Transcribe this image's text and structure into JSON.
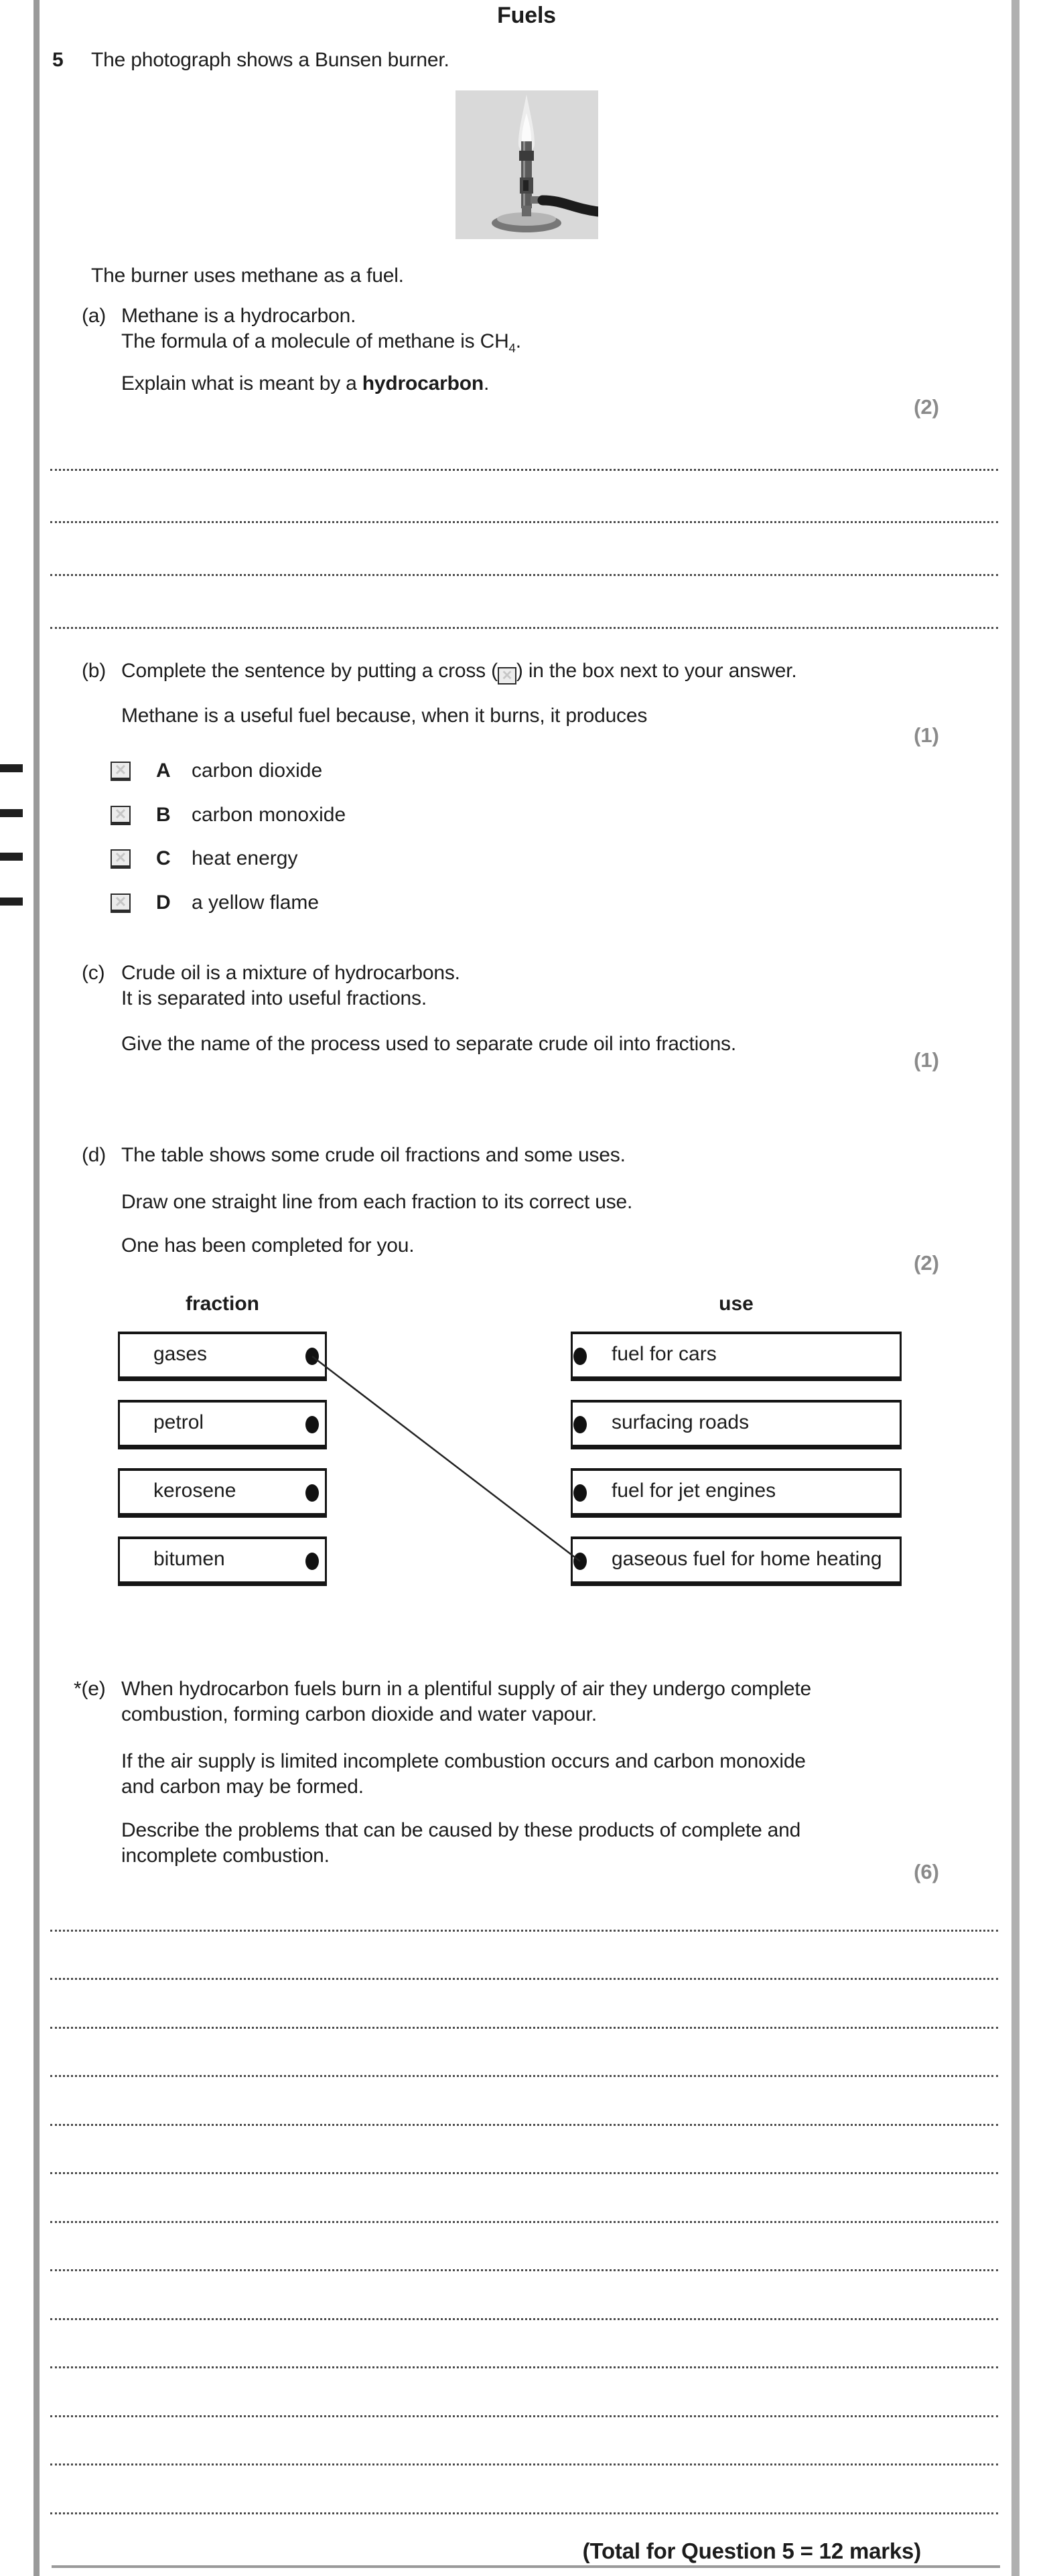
{
  "icons": {
    "cross": "✕"
  },
  "header": {
    "title": "Fuels"
  },
  "question": {
    "number": "5",
    "intro": "The photograph shows a Bunsen burner.",
    "fuel_line": "The burner uses methane as a fuel."
  },
  "part_a": {
    "label": "(a)",
    "line1": "Methane is a hydrocarbon.",
    "formula_prefix": "The formula of a molecule of methane is CH",
    "formula_sub": "4",
    "formula_suffix": ".",
    "explain_prefix": "Explain what is meant by a ",
    "explain_bold": "hydrocarbon",
    "explain_suffix": ".",
    "marks": "(2)"
  },
  "part_b": {
    "label": "(b)",
    "prompt_before_icon": "Complete the sentence by putting a cross (",
    "prompt_after_icon": ") in the box next to your answer.",
    "sentence": "Methane is a useful fuel because, when it burns, it produces",
    "marks": "(1)",
    "options": [
      {
        "letter": "A",
        "text": "carbon dioxide"
      },
      {
        "letter": "B",
        "text": "carbon monoxide"
      },
      {
        "letter": "C",
        "text": "heat energy"
      },
      {
        "letter": "D",
        "text": "a yellow flame"
      }
    ]
  },
  "part_c": {
    "label": "(c)",
    "line1": "Crude oil is a mixture of hydrocarbons.",
    "line2": "It is separated into useful fractions.",
    "prompt": "Give the name of the process used to separate crude oil into fractions.",
    "marks": "(1)"
  },
  "part_d": {
    "label": "(d)",
    "line1": "The table shows some crude oil fractions and some uses.",
    "line2": "Draw one straight line from each fraction to its correct use.",
    "line3": "One has been completed for you.",
    "marks": "(2)",
    "left_header": "fraction",
    "right_header": "use",
    "fractions": [
      "gases",
      "petrol",
      "kerosene",
      "bitumen"
    ],
    "uses": [
      "fuel for cars",
      "surfacing roads",
      "fuel for jet engines",
      "gaseous fuel for home heating"
    ],
    "completed_line": {
      "from": "gases",
      "to": "gaseous fuel for home heating"
    }
  },
  "part_e": {
    "label": "*(e)",
    "para1": [
      "When hydrocarbon fuels burn in a plentiful supply of air they undergo complete",
      "combustion, forming carbon dioxide and water vapour."
    ],
    "para2": [
      "If the air supply is limited incomplete combustion occurs and carbon monoxide",
      "and carbon may be formed."
    ],
    "para3": [
      "Describe the problems that can be caused by these products of complete and",
      "incomplete combustion."
    ],
    "marks": "(6)"
  },
  "footer": {
    "total": "(Total for Question 5 = 12 marks)"
  }
}
